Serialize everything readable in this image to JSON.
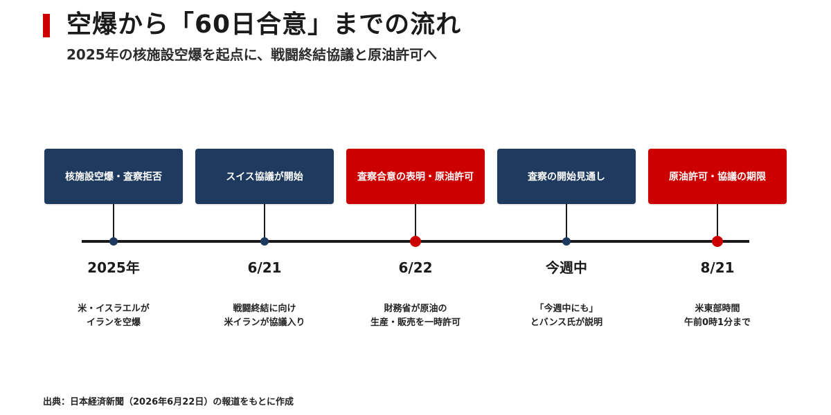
{
  "header": {
    "title": "空爆から「60日合意」までの流れ",
    "subtitle": "2025年の核施設空爆を起点に、戦闘終結協議と原油許可へ"
  },
  "colors": {
    "navy": "#1f3a5f",
    "red": "#cc0000",
    "axis": "#1a1a1a"
  },
  "timeline": [
    {
      "box_label": "核施設空爆・査察拒否",
      "date": "2025年",
      "desc_line1": "米・イスラエルが",
      "desc_line2": "イランを空爆",
      "highlight": false
    },
    {
      "box_label": "スイス協議が開始",
      "date": "6/21",
      "desc_line1": "戦闘終結に向け",
      "desc_line2": "米イランが協議入り",
      "highlight": false
    },
    {
      "box_label": "査察合意の表明・原油許可",
      "date": "6/22",
      "desc_line1": "財務省が原油の",
      "desc_line2": "生産・販売を一時許可",
      "highlight": true
    },
    {
      "box_label": "査察の開始見通し",
      "date": "今週中",
      "desc_line1": "「今週中にも」",
      "desc_line2": "とバンス氏が説明",
      "highlight": false
    },
    {
      "box_label": "原油許可・協議の期限",
      "date": "8/21",
      "desc_line1": "米東部時間",
      "desc_line2": "午前0時1分まで",
      "highlight": true
    }
  ],
  "footer": {
    "source": "出典：日本経済新聞（2026年6月22日）の報道をもとに作成"
  }
}
